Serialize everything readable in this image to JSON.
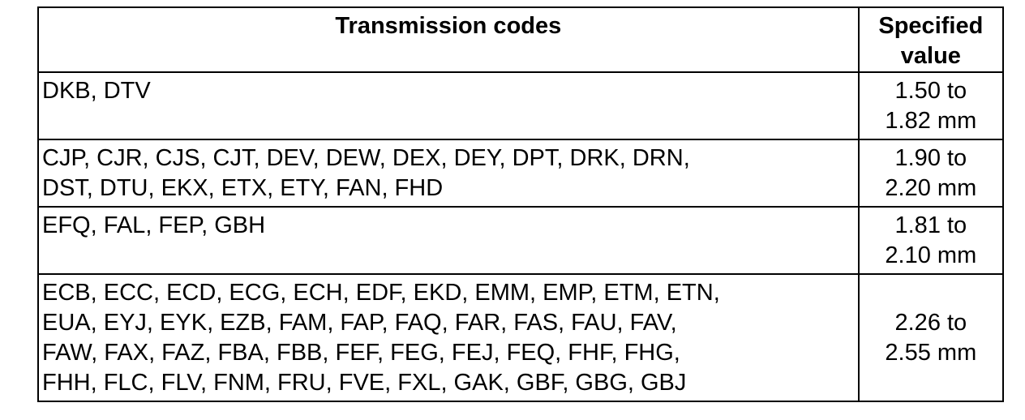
{
  "table": {
    "headers": {
      "codes": "Transmission codes",
      "value_line1": "Specified",
      "value_line2": "value"
    },
    "rows": [
      {
        "codes_lines": [
          "DKB, DTV"
        ],
        "value_lines": [
          "1.50 to",
          "1.82 mm"
        ]
      },
      {
        "codes_lines": [
          "CJP, CJR, CJS, CJT, DEV, DEW, DEX, DEY, DPT, DRK, DRN,",
          "DST, DTU, EKX, ETX, ETY, FAN, FHD"
        ],
        "value_lines": [
          "1.90 to",
          "2.20 mm"
        ]
      },
      {
        "codes_lines": [
          "EFQ, FAL, FEP, GBH"
        ],
        "value_lines": [
          "1.81 to",
          "2.10 mm"
        ]
      },
      {
        "codes_lines": [
          "ECB, ECC, ECD, ECG, ECH, EDF, EKD, EMM, EMP, ETM, ETN,",
          "EUA, EYJ, EYK, EZB, FAM, FAP, FAQ, FAR, FAS, FAU, FAV,",
          "FAW, FAX, FAZ, FBA, FBB, FEF, FEG, FEJ, FEQ, FHF, FHG,",
          "FHH, FLC, FLV, FNM, FRU, FVE, FXL, GAK, GBF, GBG, GBJ"
        ],
        "value_lines": [
          "2.26 to",
          "2.55 mm"
        ]
      }
    ]
  }
}
